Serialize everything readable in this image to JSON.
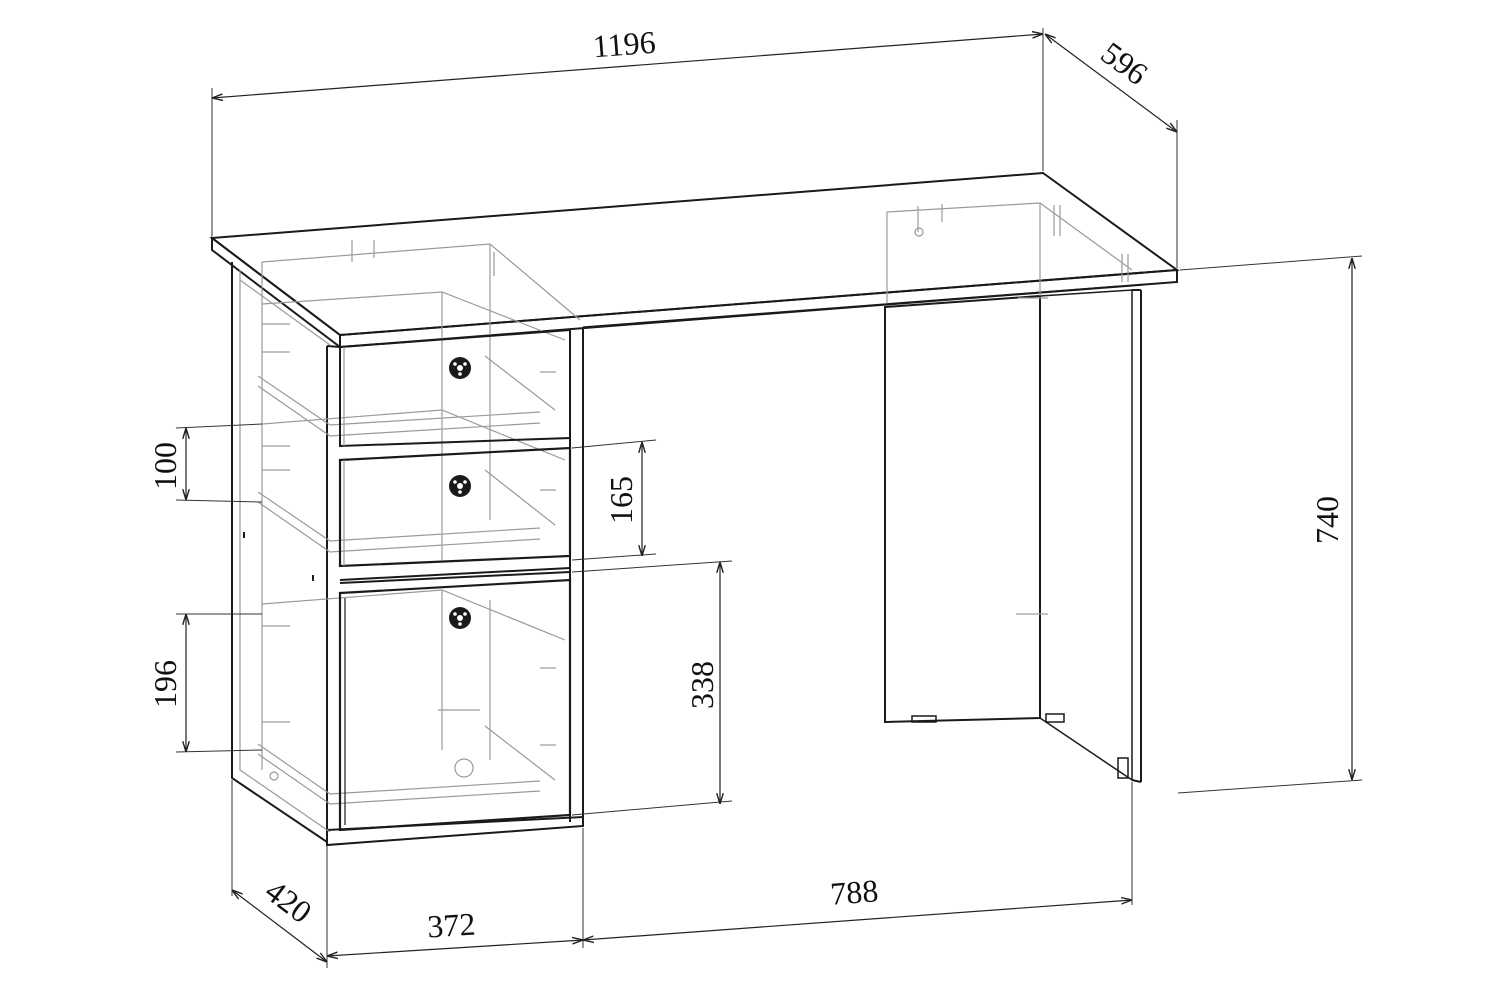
{
  "dimensions": {
    "total_width": "1196",
    "depth": "596",
    "height": "740",
    "pedestal_depth": "420",
    "pedestal_width": "372",
    "leg_span": "788",
    "drawer_front_height": "165",
    "door_height": "338",
    "drawer_inner_height": "100",
    "lower_inner_height": "196"
  },
  "icons": [
    "knob-icon",
    "knob-icon",
    "knob-icon"
  ]
}
